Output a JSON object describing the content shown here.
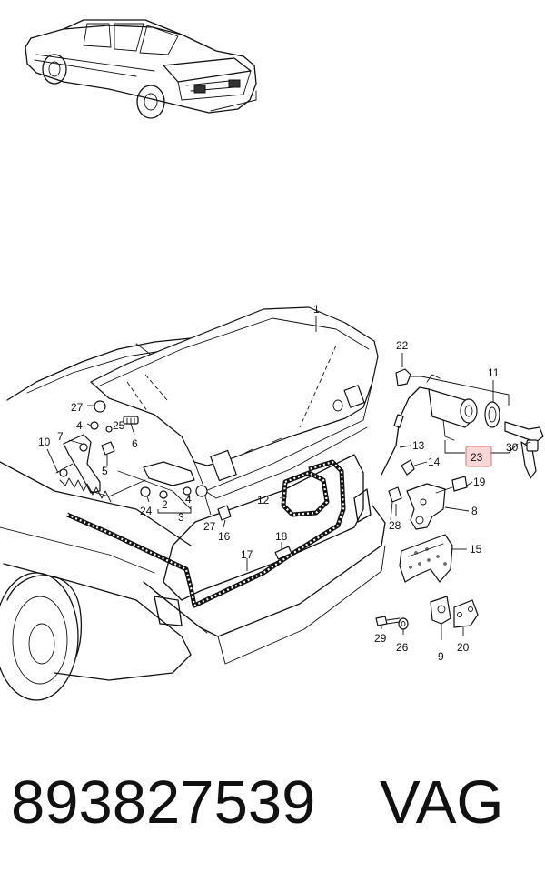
{
  "labels": {
    "l1": "1",
    "l2": "2",
    "l3": "3",
    "l4a": "4",
    "l4b": "4",
    "l5": "5",
    "l6": "6",
    "l7": "7",
    "l8": "8",
    "l9": "9",
    "l10": "10",
    "l11": "11",
    "l12": "12",
    "l13": "13",
    "l14": "14",
    "l15": "15",
    "l16": "16",
    "l17": "17",
    "l18": "18",
    "l19": "19",
    "l20": "20",
    "l22": "22",
    "l23": "23",
    "l24": "24",
    "l25": "25",
    "l26": "26",
    "l27a": "27",
    "l27b": "27",
    "l28": "28",
    "l29": "29",
    "l30": "30"
  },
  "highlight_color": "#f4a6a6",
  "footer": {
    "part_number": "893827539",
    "brand": "VAG"
  }
}
